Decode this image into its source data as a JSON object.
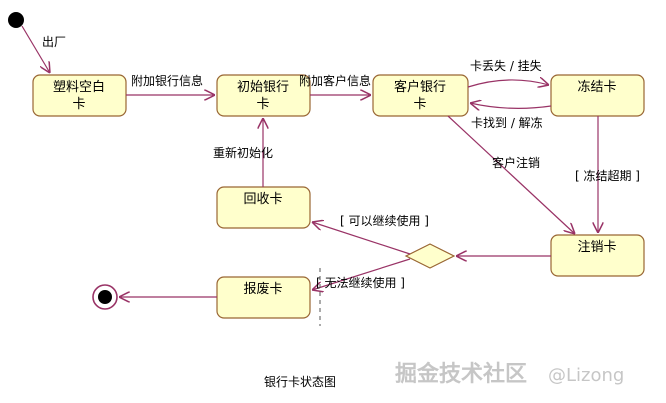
{
  "states": {
    "plastic_blank": [
      "塑料空白",
      "卡"
    ],
    "initial_bank": [
      "初始银行",
      "卡"
    ],
    "customer_bank": [
      "客户银行",
      "卡"
    ],
    "frozen": [
      "冻结卡"
    ],
    "cancelled": [
      "注销卡"
    ],
    "recycled": [
      "回收卡"
    ],
    "scrapped": [
      "报废卡"
    ]
  },
  "transitions": {
    "factory": "出厂",
    "add_bank_info": "附加银行信息",
    "add_customer_info": "附加客户信息",
    "lost": "卡丢失 / 挂失",
    "found": "卡找到 / 解冻",
    "customer_cancel": "客户注销",
    "freeze_timeout": "[ 冻结超期 ]",
    "reinitialize": "重新初始化",
    "reusable": "[ 可以继续使用 ]",
    "unusable": "[ 无法继续使用 ]"
  },
  "caption": "银行卡状态图",
  "watermark": {
    "text": "掘金技术社区",
    "handle": "@Lizong"
  },
  "colors": {
    "state_fill": "#ffffcc",
    "state_border": "#996633",
    "edge": "#993366",
    "node": "#000000"
  }
}
